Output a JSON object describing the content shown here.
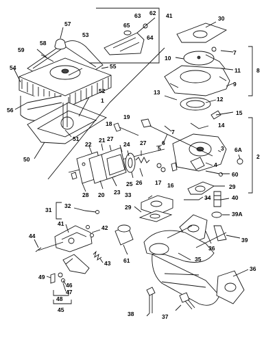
{
  "callouts": [
    {
      "id": "c1",
      "text": "1"
    },
    {
      "id": "c2",
      "text": "2"
    },
    {
      "id": "c3",
      "text": "3"
    },
    {
      "id": "c4",
      "text": "4"
    },
    {
      "id": "c5",
      "text": "5"
    },
    {
      "id": "c6",
      "text": "6"
    },
    {
      "id": "c6a",
      "text": "6A"
    },
    {
      "id": "c7a",
      "text": "7"
    },
    {
      "id": "c7b",
      "text": "7"
    },
    {
      "id": "c8",
      "text": "8"
    },
    {
      "id": "c9",
      "text": "9"
    },
    {
      "id": "c10",
      "text": "10"
    },
    {
      "id": "c11",
      "text": "11"
    },
    {
      "id": "c12",
      "text": "12"
    },
    {
      "id": "c13",
      "text": "13"
    },
    {
      "id": "c14",
      "text": "14"
    },
    {
      "id": "c15",
      "text": "15"
    },
    {
      "id": "c16",
      "text": "16"
    },
    {
      "id": "c17",
      "text": "17"
    },
    {
      "id": "c18",
      "text": "18"
    },
    {
      "id": "c19",
      "text": "19"
    },
    {
      "id": "c20",
      "text": "20"
    },
    {
      "id": "c21",
      "text": "21"
    },
    {
      "id": "c22",
      "text": "22"
    },
    {
      "id": "c23",
      "text": "23"
    },
    {
      "id": "c24",
      "text": "24"
    },
    {
      "id": "c25",
      "text": "25"
    },
    {
      "id": "c26",
      "text": "26"
    },
    {
      "id": "c27a",
      "text": "27"
    },
    {
      "id": "c27b",
      "text": "27"
    },
    {
      "id": "c28",
      "text": "28"
    },
    {
      "id": "c29a",
      "text": "29"
    },
    {
      "id": "c29b",
      "text": "29"
    },
    {
      "id": "c30",
      "text": "30"
    },
    {
      "id": "c31",
      "text": "31"
    },
    {
      "id": "c32",
      "text": "32"
    },
    {
      "id": "c33",
      "text": "33"
    },
    {
      "id": "c34",
      "text": "34"
    },
    {
      "id": "c35",
      "text": "35"
    },
    {
      "id": "c36a",
      "text": "36"
    },
    {
      "id": "c36b",
      "text": "36"
    },
    {
      "id": "c37",
      "text": "37"
    },
    {
      "id": "c38",
      "text": "38"
    },
    {
      "id": "c39",
      "text": "39"
    },
    {
      "id": "c39a",
      "text": "39A"
    },
    {
      "id": "c40",
      "text": "40"
    },
    {
      "id": "c41a",
      "text": "41"
    },
    {
      "id": "c41b",
      "text": "41"
    },
    {
      "id": "c42",
      "text": "42"
    },
    {
      "id": "c43",
      "text": "43"
    },
    {
      "id": "c44",
      "text": "44"
    },
    {
      "id": "c45",
      "text": "45"
    },
    {
      "id": "c46",
      "text": "46"
    },
    {
      "id": "c47",
      "text": "47"
    },
    {
      "id": "c48",
      "text": "48"
    },
    {
      "id": "c49",
      "text": "49"
    },
    {
      "id": "c50",
      "text": "50"
    },
    {
      "id": "c51",
      "text": "51"
    },
    {
      "id": "c52",
      "text": "52"
    },
    {
      "id": "c53",
      "text": "53"
    },
    {
      "id": "c54",
      "text": "54"
    },
    {
      "id": "c55",
      "text": "55"
    },
    {
      "id": "c56",
      "text": "56"
    },
    {
      "id": "c57",
      "text": "57"
    },
    {
      "id": "c58",
      "text": "58"
    },
    {
      "id": "c59",
      "text": "59"
    },
    {
      "id": "c60",
      "text": "60"
    },
    {
      "id": "c61",
      "text": "61"
    },
    {
      "id": "c62",
      "text": "62"
    },
    {
      "id": "c63",
      "text": "63"
    },
    {
      "id": "c64",
      "text": "64"
    },
    {
      "id": "c65",
      "text": "65"
    }
  ]
}
